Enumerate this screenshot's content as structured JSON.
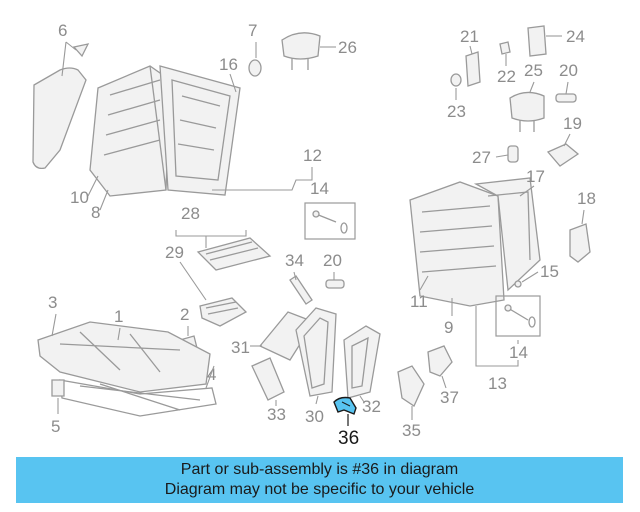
{
  "diagram": {
    "callouts": [
      "6",
      "7",
      "26",
      "21",
      "24",
      "16",
      "22",
      "20",
      "25",
      "23",
      "19",
      "27",
      "12",
      "17",
      "14",
      "10",
      "8",
      "18",
      "28",
      "29",
      "34",
      "20",
      "15",
      "11",
      "9",
      "3",
      "1",
      "2",
      "31",
      "14",
      "13",
      "4",
      "5",
      "33",
      "30",
      "32",
      "37",
      "35",
      "36"
    ],
    "highlighted_part": "36",
    "colors": {
      "highlight_fill": "#58c4f1",
      "line": "#9a9a9a"
    }
  },
  "footer": {
    "line1": "Part or sub-assembly is #36 in diagram",
    "line2": "Diagram may not be specific to your vehicle",
    "background": "#58c4f1"
  }
}
